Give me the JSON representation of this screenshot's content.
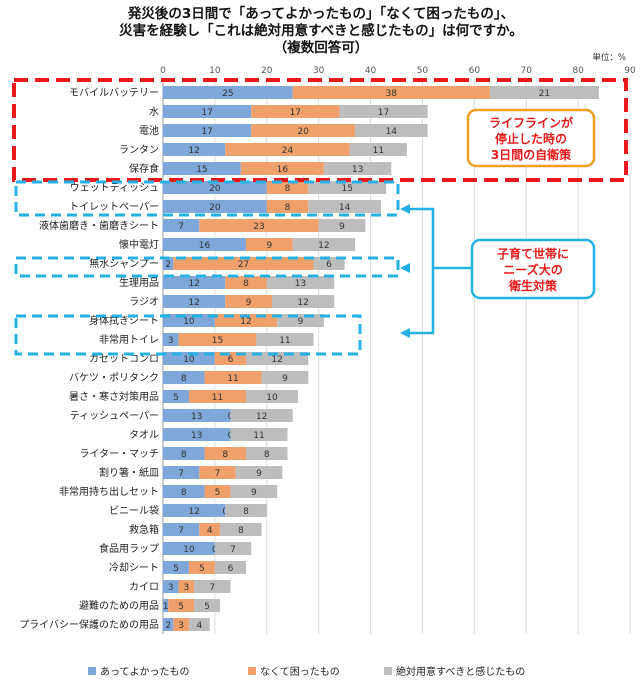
{
  "chart_data": {
    "type": "bar",
    "stacked": true,
    "orientation": "horizontal",
    "title": "発災後の3日間で「あってよかったもの」「なくて困ったもの」、",
    "subtitle": "災害を経験し「これは絶対用意すべきと感じたもの」は何ですか。",
    "note": "（複数回答可）",
    "unit_label": "単位：%",
    "xlim": [
      0,
      90
    ],
    "x_ticks": [
      "0",
      "10",
      "20",
      "30",
      "40",
      "50",
      "60",
      "70",
      "80",
      "90"
    ],
    "grid": true,
    "legend_position": "bottom",
    "categories": [
      "モバイルバッテリー",
      "水",
      "電池",
      "ランタン",
      "保存食",
      "ウェットティッシュ",
      "トイレットペーパー",
      "液体歯磨き・歯磨きシート",
      "懐中電灯",
      "無水シャンプー",
      "生理用品",
      "ラジオ",
      "身体拭きシート",
      "非常用トイレ",
      "カセットコンロ",
      "バケツ・ポリタンク",
      "暑さ・寒さ対策用品",
      "ティッシュペーパー",
      "タオル",
      "ライター・マッチ",
      "割り箸・紙皿",
      "非常用持ち出しセット",
      "ビニール袋",
      "救急箱",
      "食品用ラップ",
      "冷却シート",
      "カイロ",
      "避難のための用品",
      "プライバシー保護のための用品"
    ],
    "series": [
      {
        "name": "あってよかったもの",
        "color": "#7fa7d9",
        "values": [
          25,
          17,
          17,
          12,
          15,
          20,
          20,
          7,
          16,
          2,
          12,
          12,
          10,
          3,
          10,
          8,
          5,
          13,
          13,
          8,
          7,
          8,
          12,
          7,
          10,
          5,
          3,
          1,
          2
        ]
      },
      {
        "name": "なくて困ったもの",
        "color": "#f0a06a",
        "values": [
          38,
          17,
          20,
          24,
          16,
          8,
          8,
          23,
          9,
          27,
          8,
          9,
          12,
          15,
          6,
          11,
          11,
          0,
          0,
          8,
          7,
          5,
          0,
          4,
          0,
          5,
          3,
          5,
          3
        ]
      },
      {
        "name": "絶対用意すべきと感じたもの",
        "color": "#bdbdbd",
        "values": [
          21,
          17,
          14,
          11,
          13,
          15,
          14,
          9,
          12,
          6,
          13,
          12,
          9,
          11,
          12,
          9,
          10,
          12,
          11,
          8,
          9,
          9,
          8,
          8,
          7,
          6,
          7,
          5,
          4
        ]
      }
    ]
  },
  "callouts": {
    "lifeline": [
      "ライフラインが",
      "停止した時の",
      "3日間の自衛策"
    ],
    "childcare": [
      "子育て世帯に",
      "ニーズ大の",
      "衛生対策"
    ]
  },
  "colors": {
    "red_dash": "#e8191b",
    "cyan_dash": "#23b2e5",
    "orange_border": "#f0a020",
    "red_text": "#e8191b",
    "cyan_text": "#e8191b"
  }
}
